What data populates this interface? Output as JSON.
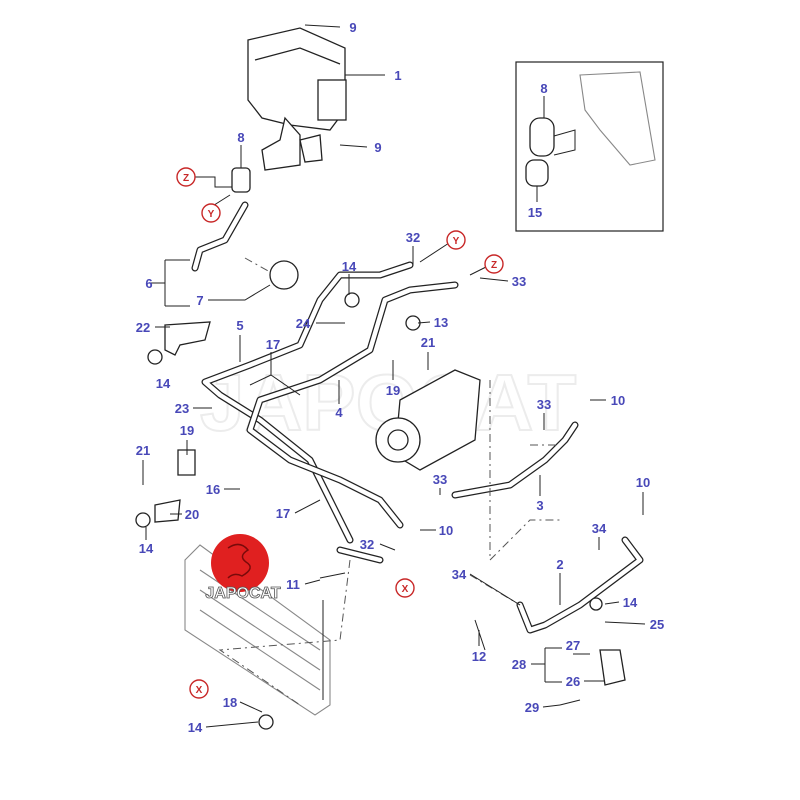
{
  "diagram": {
    "watermark": "JAPOCAT",
    "logo_text": "JAPOCAT",
    "part_numbers": [
      "9",
      "1",
      "9",
      "8",
      "6",
      "7",
      "32",
      "33",
      "14",
      "24",
      "13",
      "22",
      "5",
      "17",
      "21",
      "14",
      "19",
      "4",
      "23",
      "33",
      "10",
      "21",
      "19",
      "16",
      "33",
      "3",
      "10",
      "20",
      "17",
      "14",
      "10",
      "32",
      "34",
      "11",
      "2",
      "34",
      "14",
      "25",
      "27",
      "12",
      "28",
      "26",
      "18",
      "29",
      "14"
    ],
    "inset_part_numbers": [
      "8",
      "15"
    ],
    "reference_markers": [
      "Z",
      "Y",
      "Y",
      "Z",
      "X",
      "X"
    ]
  },
  "colors": {
    "label": "#4848b8",
    "reference": "#c82828",
    "logo": "#e02020"
  }
}
